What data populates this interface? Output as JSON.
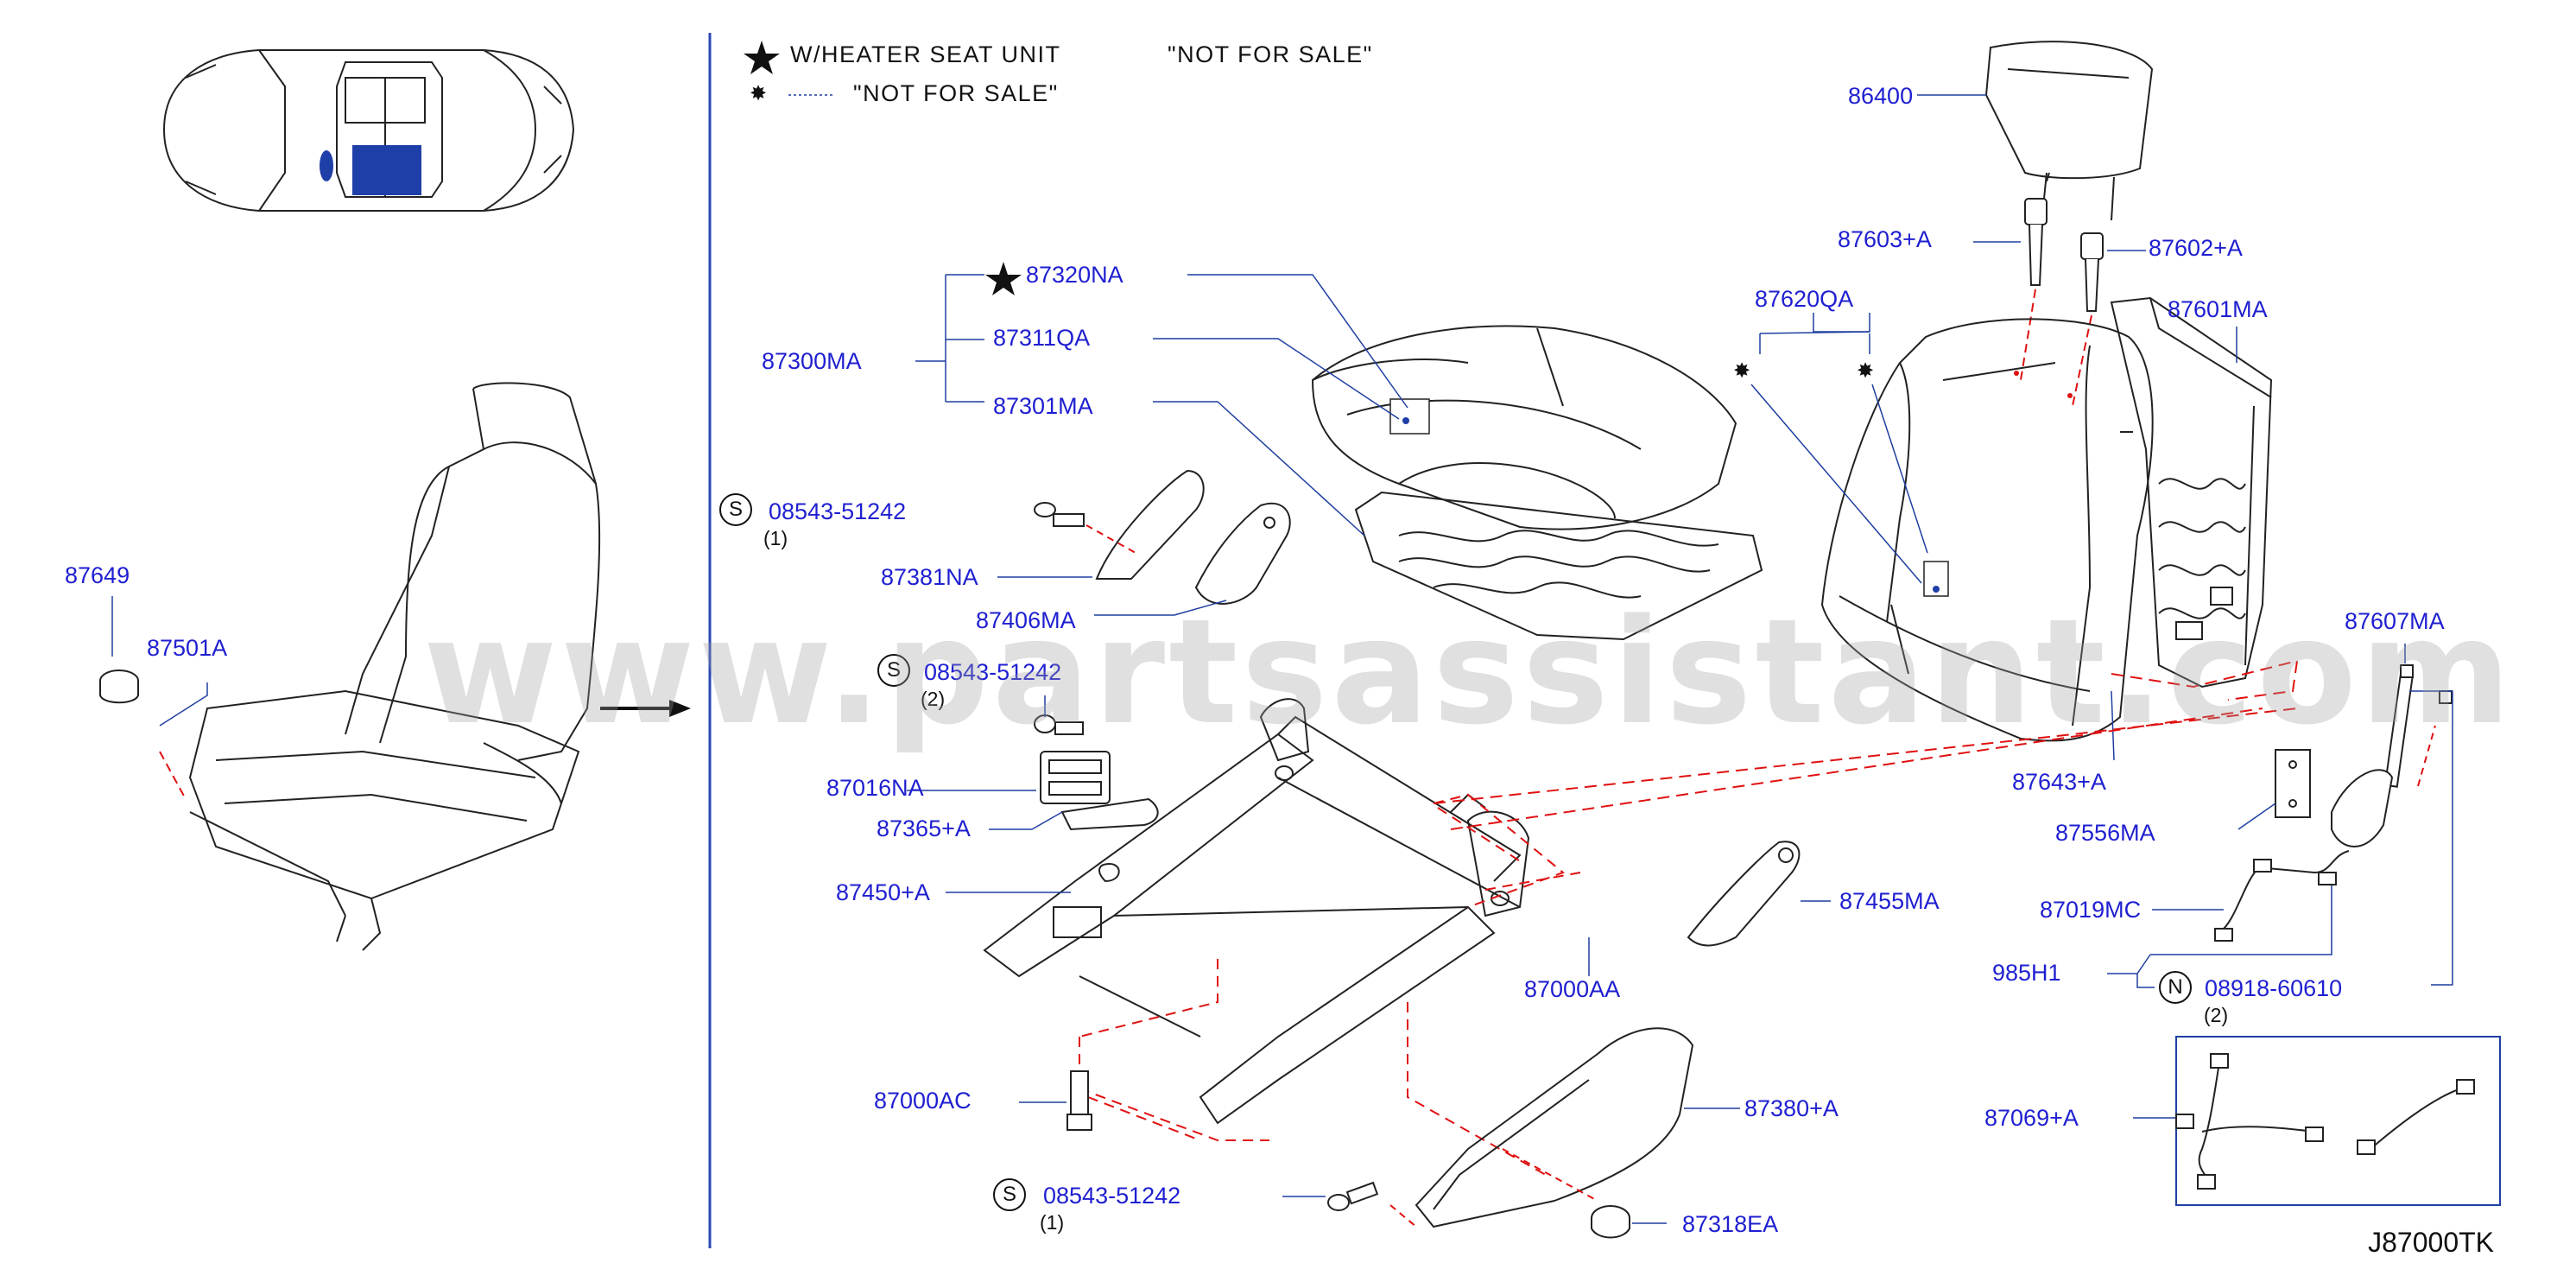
{
  "legend": {
    "line1_label": "W/HEATER SEAT UNIT",
    "line1_note": "\"NOT FOR SALE\"",
    "line2_note": "\"NOT FOR SALE\""
  },
  "parts": {
    "p86400": "86400",
    "p87603a": "87603+A",
    "p87602a": "87602+A",
    "p87620qa": "87620QA",
    "p87601ma": "87601MA",
    "p87320na": "87320NA",
    "p87300ma": "87300MA",
    "p87311qa": "87311QA",
    "p87301ma": "87301MA",
    "p87381na": "87381NA",
    "p87406ma": "87406MA",
    "p87649": "87649",
    "p87501a": "87501A",
    "p87016na": "87016NA",
    "p87365a": "87365+A",
    "p87450a": "87450+A",
    "p87455ma": "87455MA",
    "p87000aa": "87000AA",
    "p87643a": "87643+A",
    "p87607ma": "87607MA",
    "p87556ma": "87556MA",
    "p87019mc": "87019MC",
    "p985h1": "985H1",
    "p08918": "08918-60610",
    "p87069a": "87069+A",
    "p87000ac": "87000AC",
    "p87380a": "87380+A",
    "p87318ea": "87318EA"
  },
  "bolts": {
    "b1": "08543-51242",
    "b2": "08543-51242",
    "b3": "08543-51242"
  },
  "quantities": {
    "q1": "(1)",
    "q2": "(2)",
    "q3": "(1)",
    "q4": "(2)"
  },
  "markers": {
    "s_marker": "S",
    "n_marker": "N"
  },
  "watermark": "www.partsassistant.com",
  "diagram_code": "J87000TK",
  "colors": {
    "label_blue": "#1f1fd1",
    "leader_blue": "#1f3fa0",
    "hidden_red": "#e01010",
    "highlight_blue": "#1f3fa8"
  }
}
